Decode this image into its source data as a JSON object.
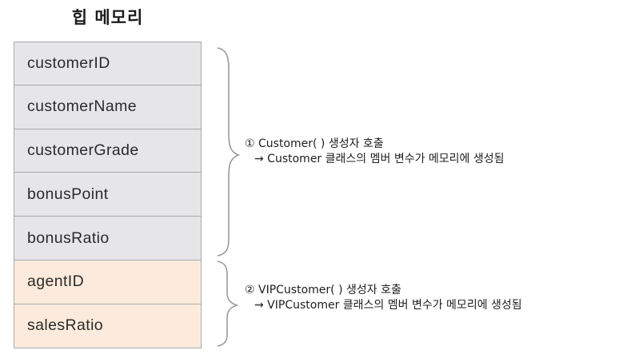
{
  "title": "힙 메모리",
  "memory_cells": [
    {
      "label": "customerID",
      "group": "customer"
    },
    {
      "label": "customerName",
      "group": "customer"
    },
    {
      "label": "customerGrade",
      "group": "customer"
    },
    {
      "label": "bonusPoint",
      "group": "customer"
    },
    {
      "label": "bonusRatio",
      "group": "customer"
    },
    {
      "label": "agentID",
      "group": "vip"
    },
    {
      "label": "salesRatio",
      "group": "vip"
    }
  ],
  "annotations": [
    {
      "line1": "① Customer( ) 생성자 호출",
      "line2": "→ Customer 클래스의 멤버 변수가 메모리에 생성됨"
    },
    {
      "line1": "② VIPCustomer( ) 생성자 호출",
      "line2": "→ VIPCustomer 클래스의 멤버 변수가 메모리에 생성됨"
    }
  ],
  "colors": {
    "customer_fill": "#e6e6e9",
    "vip_fill": "#fcebdc",
    "border": "#a9a9a9",
    "brace": "#9a9a9a"
  }
}
